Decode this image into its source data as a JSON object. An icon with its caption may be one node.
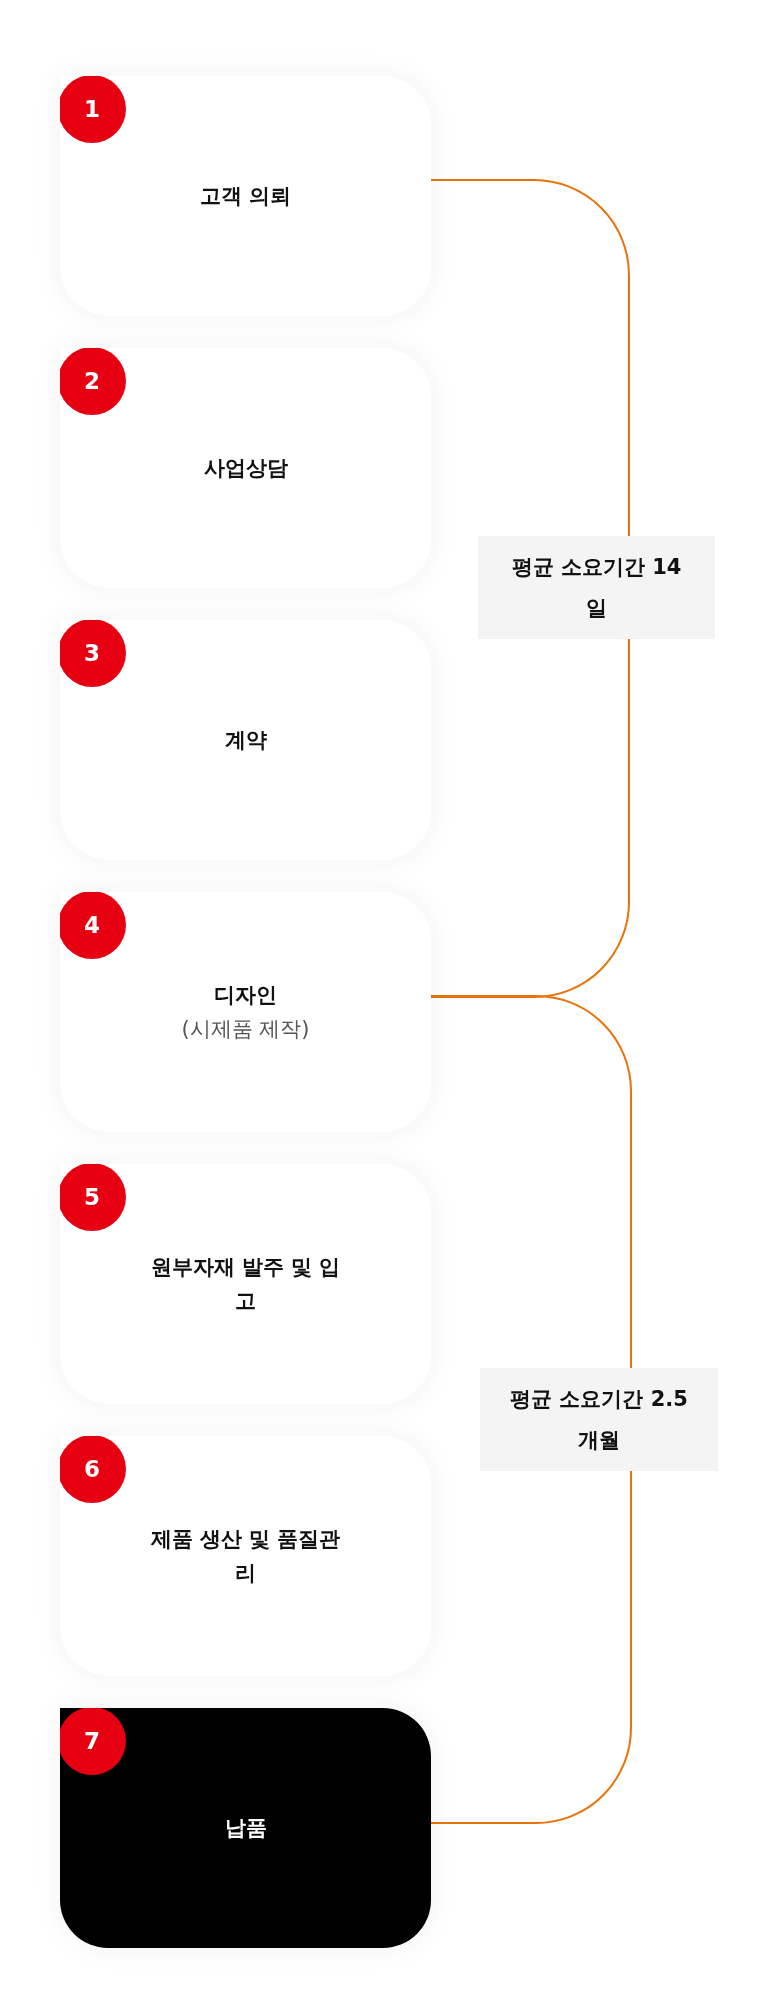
{
  "diagram": {
    "nodes": [
      {
        "text": [
          "1",
          "고객 의뢰"
        ]
      },
      {
        "text": [
          "2",
          "사업상담"
        ]
      },
      {
        "text": [
          "3",
          "계약"
        ]
      },
      {
        "text": [
          "4",
          "디자인",
          "(시제품 제작)"
        ]
      },
      {
        "text": [
          "5",
          "원부자재 발주 및 입고"
        ]
      },
      {
        "text": [
          "6",
          "제품 생산 및 품질관리"
        ]
      },
      {
        "text": [
          "7",
          "납품"
        ]
      },
      {
        "text": [
          "평균 소요기간 14일"
        ]
      },
      {
        "text": [
          "평균 소요기간 2.5개월"
        ]
      }
    ],
    "edges": [
      {
        "from": 0,
        "to": 7,
        "arrow": "none",
        "color": "#e8730c"
      },
      {
        "from": 7,
        "to": 3,
        "arrow": "none",
        "color": "#e8730c"
      },
      {
        "from": 3,
        "to": 8,
        "arrow": "none",
        "color": "#e8730c"
      },
      {
        "from": 8,
        "to": 6,
        "arrow": "none",
        "color": "#e8730c"
      }
    ]
  }
}
